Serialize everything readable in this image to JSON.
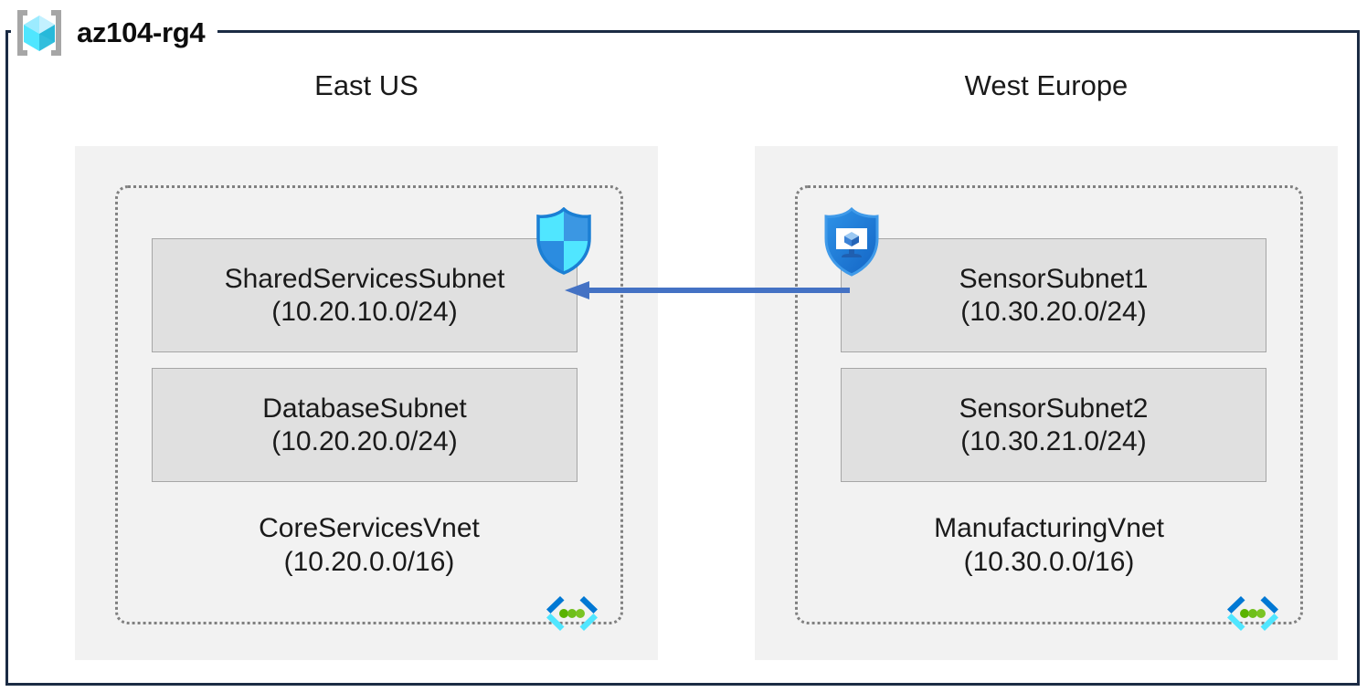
{
  "diagram": {
    "resource_group": {
      "name": "az104-rg4",
      "icon": "resource-group-cube-icon",
      "frame_color": "#1b2b44"
    },
    "palette": {
      "region_background": "#f2f2f2",
      "subnet_background": "#e0e0e0",
      "subnet_border": "#a6a6a6",
      "vnet_border": "#808080",
      "arrow": "#4472c4",
      "azure_blue": "#0078d4",
      "azure_cyan": "#50e6ff",
      "vnet_icon_green": "#5ab300"
    },
    "regions": [
      {
        "label": "East US",
        "vnet": {
          "name": "CoreServicesVnet",
          "cidr": "(10.20.0.0/16)",
          "icon": "virtual-network-icon",
          "subnets": [
            {
              "name": "SharedServicesSubnet",
              "cidr": "(10.20.10.0/24)",
              "icon": "network-security-group-shield-icon"
            },
            {
              "name": "DatabaseSubnet",
              "cidr": "(10.20.20.0/24)",
              "icon": null
            }
          ]
        }
      },
      {
        "label": "West Europe",
        "vnet": {
          "name": "ManufacturingVnet",
          "cidr": "(10.30.0.0/16)",
          "icon": "virtual-network-icon",
          "subnets": [
            {
              "name": "SensorSubnet1",
              "cidr": "(10.30.20.0/24)",
              "icon": "application-security-group-shield-icon"
            },
            {
              "name": "SensorSubnet2",
              "cidr": "(10.30.21.0/24)",
              "icon": null
            }
          ]
        }
      }
    ],
    "connection": {
      "kind": "vnet-peering-arrow",
      "direction": "right-to-left",
      "from": "SensorSubnet1",
      "to": "SharedServicesSubnet",
      "label": ""
    }
  }
}
